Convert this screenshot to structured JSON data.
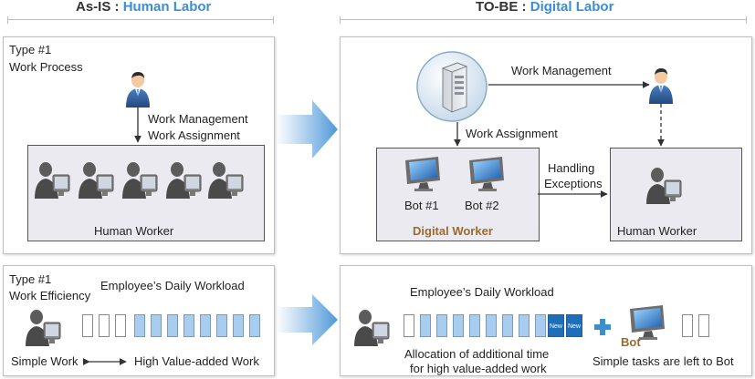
{
  "headers": {
    "asis_prefix": "As-IS : ",
    "asis_highlight": "Human Labor",
    "tobe_prefix": "TO-BE : ",
    "tobe_highlight": "Digital Labor"
  },
  "asis_process": {
    "type": "Type #1",
    "title": "Work Process",
    "mgmt": "Work Management",
    "assign": "Work Assignment",
    "worker": "Human Worker"
  },
  "tobe_process": {
    "mgmt": "Work Management",
    "assign": "Work Assignment",
    "bot1": "Bot #1",
    "bot2": "Bot #2",
    "digital": "Digital Worker",
    "handling": "Handling",
    "exceptions": "Exceptions",
    "worker": "Human Worker"
  },
  "asis_eff": {
    "type": "Type #1",
    "title": "Work Efficiency",
    "workload": "Employee’s Daily Workload",
    "simple": "Simple Work",
    "high": "High Value-added Work"
  },
  "tobe_eff": {
    "workload": "Employee’s Daily Workload",
    "new1": "New",
    "new2": "New",
    "bot": "Bot",
    "alloc1": "Allocation of additional time",
    "alloc2": "for high value-added work",
    "simple_bot": "Simple tasks are left to Bot"
  },
  "colors": {
    "accent": "#3a8fd0",
    "digital": "#9c6b2a",
    "bar_blue": "#a8cdee",
    "bar_new": "#1f6fb8"
  }
}
